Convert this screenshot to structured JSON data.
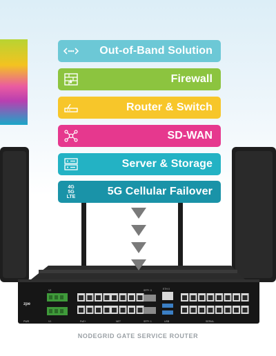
{
  "features": [
    {
      "label": "Out-of-Band Solution",
      "icon": "dots-arrows-icon"
    },
    {
      "label": "Firewall",
      "icon": "firewall-icon"
    },
    {
      "label": "Router & Switch",
      "icon": "router-icon"
    },
    {
      "label": "SD-WAN",
      "icon": "network-nodes-icon"
    },
    {
      "label": "Server & Storage",
      "icon": "server-rack-icon"
    },
    {
      "label": "5G Cellular Failover",
      "icon": "cellular-lte-icon"
    }
  ],
  "cellular_icon_text": [
    "4G",
    "5G",
    "LTE"
  ],
  "device": {
    "brand": "zpe",
    "port_labels": [
      "PoE+",
      "NET",
      "SFP+ 0",
      "SFP+ 1",
      "ETH 0",
      "USB",
      "SERIAL"
    ],
    "power_labels": [
      "V1",
      "V2",
      "PWR"
    ]
  },
  "caption": "NODEGRID GATE SERVICE ROUTER",
  "colors": {
    "out_of_band": "#6cc8d6",
    "firewall": "#8cc43f",
    "router_switch": "#f7c62a",
    "sd_wan": "#e6388e",
    "server_storage": "#23b2c4",
    "cellular": "#1a93a8"
  }
}
